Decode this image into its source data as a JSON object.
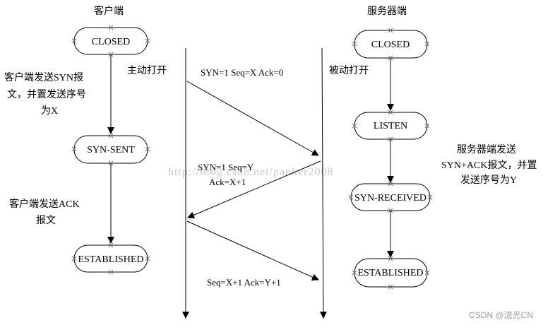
{
  "headers": {
    "client": "客户端",
    "server": "服务器端"
  },
  "client_states": [
    "CLOSED",
    "SYN-SENT",
    "ESTABLISHED"
  ],
  "server_states": [
    "CLOSED",
    "LISTEN",
    "SYN-RECEIVED",
    "ESTABLISHED"
  ],
  "actions": {
    "active_open": "主动打开",
    "passive_open": "被动打开"
  },
  "notes": {
    "client_syn": [
      "客户端发送SYN报",
      "文，并置发送序号",
      "为X"
    ],
    "client_ack": [
      "客户端发送ACK",
      "报文"
    ],
    "server_synack": [
      "服务器端发送",
      "SYN+ACK报文，并置",
      "发送序号为Y"
    ]
  },
  "messages": {
    "m1": "SYN=1 Seq=X Ack=0",
    "m2_line1": "SYN=1 Seq=Y",
    "m2_line2": "Ack=X+1",
    "m3": "Seq=X+1 Ack=Y+1"
  },
  "watermark": "http://blog.csdn.net/panker2008",
  "brand": "CSDN @流光CN"
}
